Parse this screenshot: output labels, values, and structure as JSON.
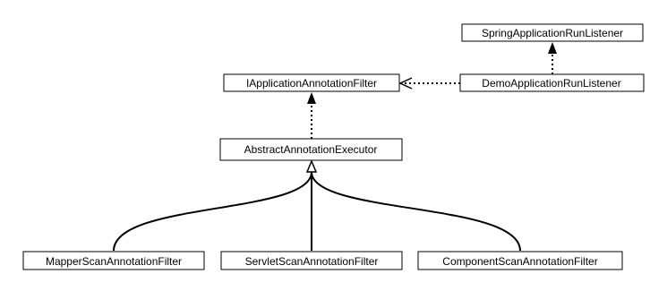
{
  "diagram": {
    "nodes": {
      "spring_listener": "SpringApplicationRunListener",
      "filter_interface": "IApplicationAnnotationFilter",
      "demo_listener": "DemoApplicationRunListener",
      "abstract_executor": "AbstractAnnotationExecutor",
      "mapper_filter": "MapperScanAnnotationFilter",
      "servlet_filter": "ServletScanAnnotationFilter",
      "component_filter": "ComponentScanAnnotationFilter"
    },
    "colors": {
      "stroke": "#000000",
      "fill": "#ffffff",
      "text": "#000000"
    }
  }
}
